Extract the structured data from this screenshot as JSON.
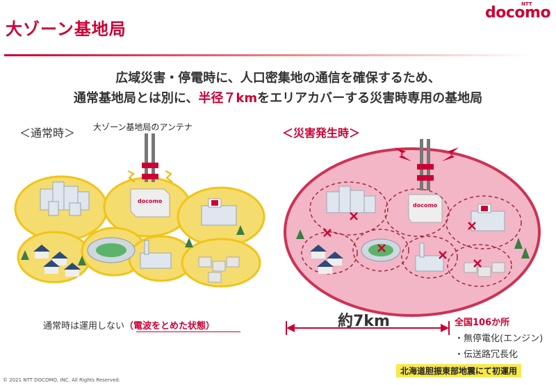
{
  "header": {
    "title": "大ゾーン基地局",
    "logo_small": "NTT",
    "logo_brand": "docomo"
  },
  "lead": {
    "line1": "広域災害・停電時に、人口密集地の通信を確保するため、",
    "line2_pre": "通常基地局とは別に、",
    "line2_highlight": "半径７km",
    "line2_post": "をエリアカバーする災害時専用の基地局"
  },
  "normal": {
    "label": "＜通常時＞",
    "antenna_label": "大ゾーン基地局のアンテナ",
    "note_pre": "通常時は運用しない",
    "note_red": "（電波をとめた状態）",
    "building_logo": "docomo"
  },
  "disaster": {
    "label": "＜災害発生時＞",
    "radius": "約7km",
    "count": "全国106か所",
    "feature1": "・無停電化(エンジン)",
    "feature2": "・伝送路冗長化",
    "hokkaido": "北海道胆振東部地震にて初運用",
    "building_logo": "docomo"
  },
  "footer": {
    "copyright": "© 2021 NTT DOCOMO, INC. All Rights Reserved."
  },
  "colors": {
    "brand": "#cc0033",
    "cell_normal": "#f5dc6e",
    "zone_disaster": "#f3b6c6",
    "highlight": "#f7e94a"
  }
}
